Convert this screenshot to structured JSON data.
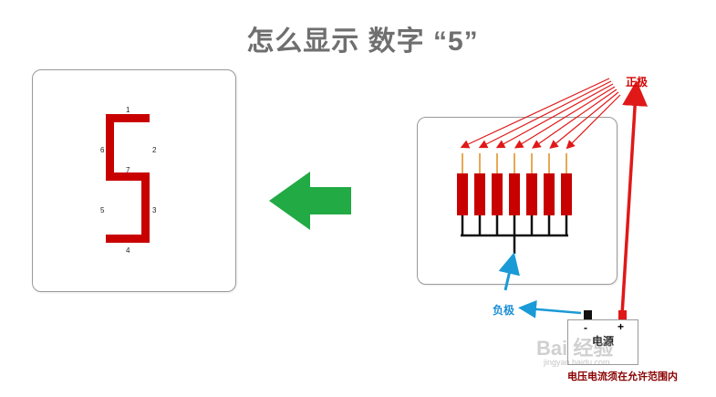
{
  "title": "怎么显示 数字  “5”",
  "segments": [
    "1",
    "2",
    "3",
    "4",
    "5",
    "6",
    "7"
  ],
  "labels": {
    "positive": "正极",
    "negative": "负极",
    "power": "电源",
    "minus": "-",
    "plus": "+",
    "footnote": "电压电流须在允许范围内"
  },
  "watermark": {
    "main": "Bai 经验",
    "sub": "jingyan.baidu.com"
  },
  "colors": {
    "segment": "#c80000",
    "arrow_green": "#22aa44",
    "red_line": "#e01818",
    "blue_line": "#1a9ad6"
  }
}
